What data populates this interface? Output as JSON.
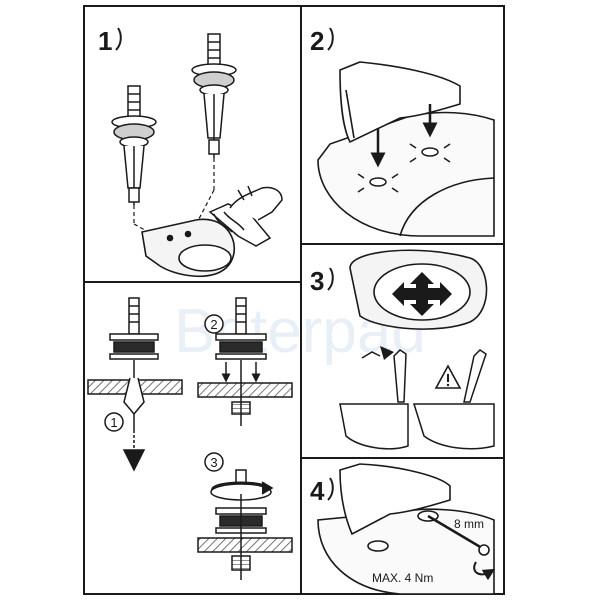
{
  "steps": {
    "step1": "1",
    "step2": "2",
    "step3": "3",
    "step4": "4",
    "substep1": "1",
    "substep2": "2",
    "substep3": "3"
  },
  "labels": {
    "wrench_size": "8 mm",
    "torque": "MAX. 4 Nm"
  },
  "watermark": "Beterpad",
  "colors": {
    "line": "#1a1a1a",
    "hatch": "#555555",
    "fill_light": "#f2f2f2",
    "fill_mid": "#bdbdbd",
    "watermark": "#e6eef6"
  },
  "icons": [
    "warning-icon",
    "arrow-down-icon",
    "rotate-arrow-icon",
    "cross-arrows-icon",
    "hand-cloth-icon"
  ]
}
